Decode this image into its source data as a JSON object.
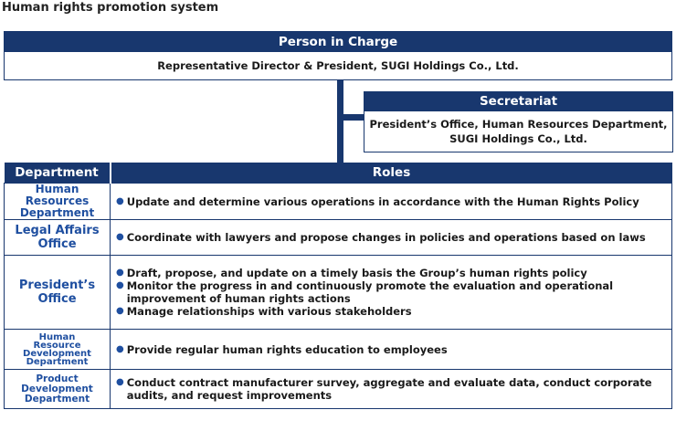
{
  "page_title": "Human rights promotion system",
  "person_in_charge": {
    "header": "Person in Charge",
    "body": "Representative Director & President, SUGI Holdings Co., Ltd."
  },
  "secretariat": {
    "header": "Secretariat",
    "line1": "President’s Office, Human Resources Department,",
    "line2": "SUGI Holdings Co., Ltd."
  },
  "table": {
    "dept_header": "Department",
    "roles_header": "Roles",
    "rows": [
      {
        "dept_lines": [
          "Human Resources",
          "Department"
        ],
        "roles": [
          "Update and determine various operations in accordance with the Human Rights Policy"
        ]
      },
      {
        "dept_lines": [
          "Legal Affairs",
          "Office"
        ],
        "roles": [
          "Coordinate with lawyers and propose changes in policies and operations based on laws"
        ]
      },
      {
        "dept_lines": [
          "President’s",
          "Office"
        ],
        "roles": [
          "Draft, propose, and update on a timely basis the Group’s human rights policy",
          "Monitor the progress in and continuously promote the evaluation and operational improvement of human rights actions",
          "Manage relationships with various stakeholders"
        ]
      },
      {
        "dept_lines": [
          "Human",
          "Resource",
          "Development",
          "Department"
        ],
        "roles": [
          "Provide regular human rights education to employees"
        ]
      },
      {
        "dept_lines": [
          "Product",
          "Development",
          "Department"
        ],
        "roles": [
          "Conduct contract manufacturer survey, aggregate and evaluate data, conduct corporate audits, and request improvements"
        ]
      }
    ]
  },
  "colors": {
    "navy": "#18376e",
    "dept_text": "#1f4fa0"
  },
  "icons": {
    "bullet": "bullet-dot-icon"
  }
}
